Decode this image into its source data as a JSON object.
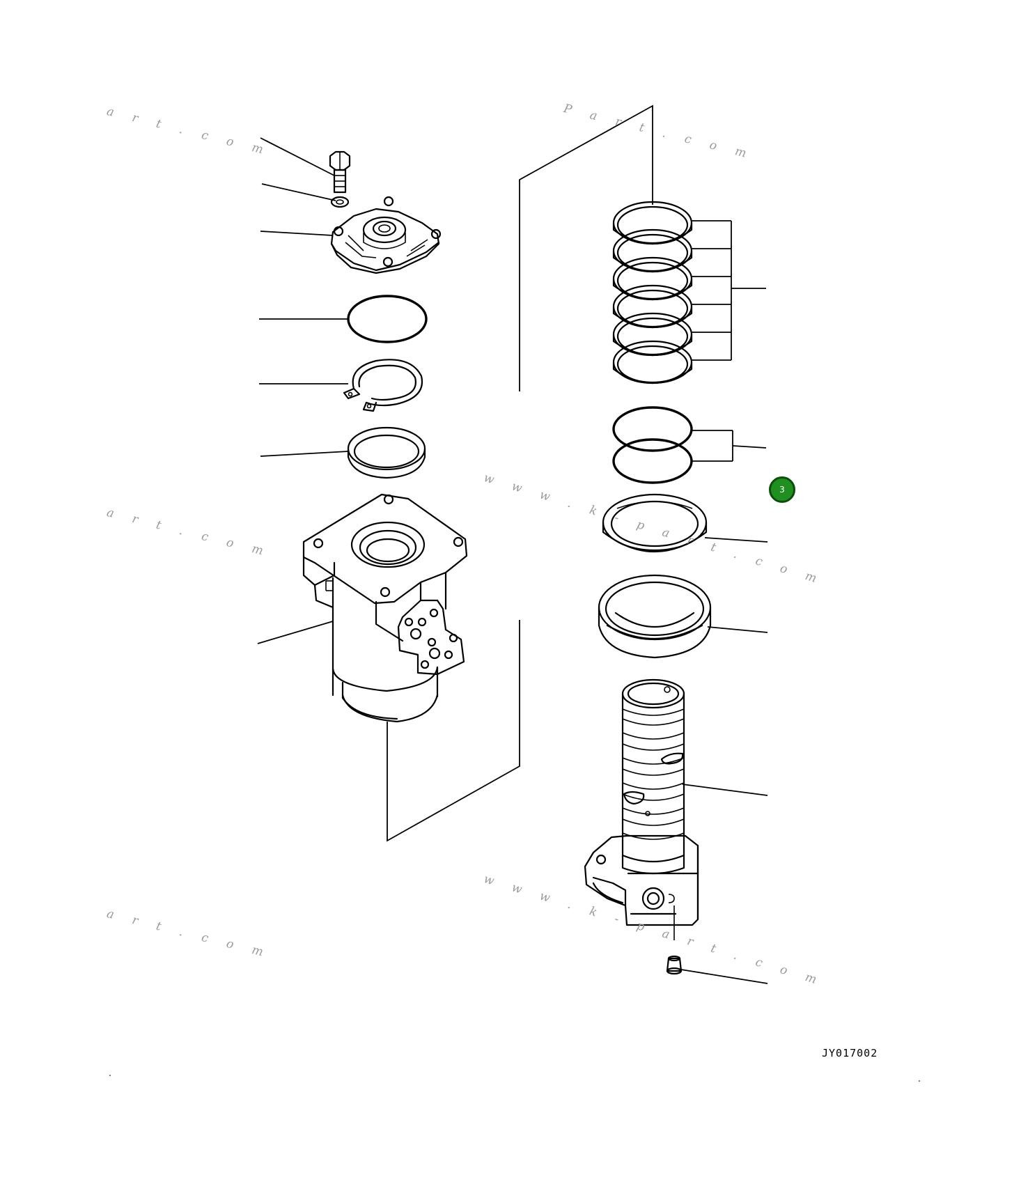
{
  "drawing": {
    "code": "JY017002"
  },
  "callout": {
    "label": "3",
    "color": "#1f8f1f"
  },
  "watermarks": [
    "a r t . c o m",
    "P a r t . c o m",
    "a r t . c o m",
    "w w w . k - p a r t . c o m",
    "a r t . c o m",
    "w w w . k - p a r t . c o m"
  ],
  "parts": [
    {
      "name": "bolt"
    },
    {
      "name": "washer"
    },
    {
      "name": "cover"
    },
    {
      "name": "o-ring"
    },
    {
      "name": "snap-ring"
    },
    {
      "name": "ring"
    },
    {
      "name": "swivel-body"
    },
    {
      "name": "slipper-seals"
    },
    {
      "name": "o-ring-pair"
    },
    {
      "name": "seal-ring"
    },
    {
      "name": "dust-seal"
    },
    {
      "name": "shaft"
    },
    {
      "name": "plug"
    }
  ]
}
